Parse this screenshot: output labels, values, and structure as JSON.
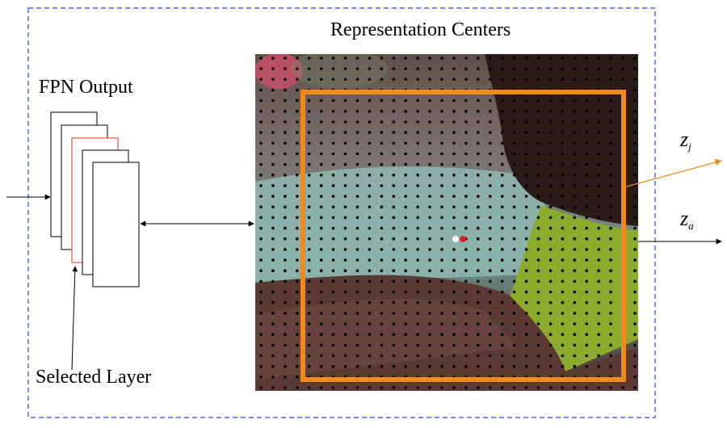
{
  "title": "Representation Centers",
  "fpn_label": "FPN Output",
  "selected_label": "Selected Layer",
  "output_labels": {
    "zj_base": "z",
    "zj_sub": "j",
    "za_base": "z",
    "za_sub": "a"
  },
  "colors": {
    "frame_dash": "#4a63e6",
    "crop_box": "#f08a1c",
    "selected_layer": "#e8553a",
    "arrow_orange": "#f08a1c",
    "center_red": "#e02020",
    "center_white": "#ffffff"
  },
  "grid": {
    "cols": 32,
    "rows": 32
  }
}
